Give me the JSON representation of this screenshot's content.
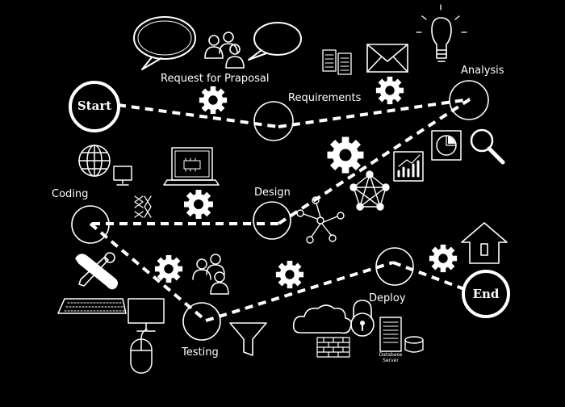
{
  "colors": {
    "background": "#000000",
    "foreground": "#ffffff"
  },
  "terminals": {
    "start": "Start",
    "end": "End"
  },
  "stages": {
    "request": "Request for Praposal",
    "requirements": "Requirements",
    "analysis": "Analysis",
    "design": "Design",
    "coding": "Coding",
    "testing": "Testing",
    "deploy": "Deploy"
  },
  "server_label": [
    "Database",
    "Server"
  ],
  "icons": [
    "speech-bubble-icon",
    "people-icon",
    "document-icon",
    "envelope-icon",
    "lightbulb-icon",
    "gear-icon",
    "globe-icon",
    "monitor-icon",
    "laptop-icon",
    "network-icon",
    "chart-icon",
    "pie-chart-icon",
    "magnifier-icon",
    "tools-icon",
    "keyboard-icon",
    "mouse-icon",
    "funnel-icon",
    "cloud-icon",
    "padlock-icon",
    "firewall-icon",
    "server-icon",
    "database-icon",
    "house-icon",
    "binary-icon"
  ]
}
